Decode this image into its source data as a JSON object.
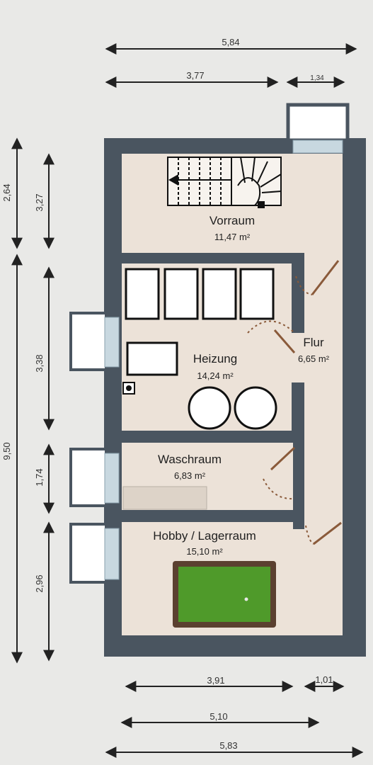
{
  "dimensions": {
    "top_total": "5,84",
    "top_left": "3,77",
    "top_right": "1,34",
    "left_total_top": "2,64",
    "left_total": "9,50",
    "left_vorraum": "3,27",
    "left_heizung": "3,38",
    "left_waschraum": "1,74",
    "left_hobby": "2,96",
    "bottom_left": "3,91",
    "bottom_right": "1,01",
    "bottom_mid": "5,10",
    "bottom_total": "5,83"
  },
  "rooms": {
    "vorraum": {
      "name": "Vorraum",
      "area": "11,47 m²"
    },
    "heizung": {
      "name": "Heizung",
      "area": "14,24 m²"
    },
    "flur": {
      "name": "Flur",
      "area": "6,65 m²"
    },
    "waschraum": {
      "name": "Waschraum",
      "area": "6,83 m²"
    },
    "hobby": {
      "name": "Hobby / Lagerraum",
      "area": "15,10 m²"
    }
  },
  "colors": {
    "wall": "#4a5560",
    "floor": "#ece2d8",
    "billiard_felt": "#4f9a2a",
    "billiard_frame": "#5b4030",
    "window_glass": "#c8d8e0"
  }
}
